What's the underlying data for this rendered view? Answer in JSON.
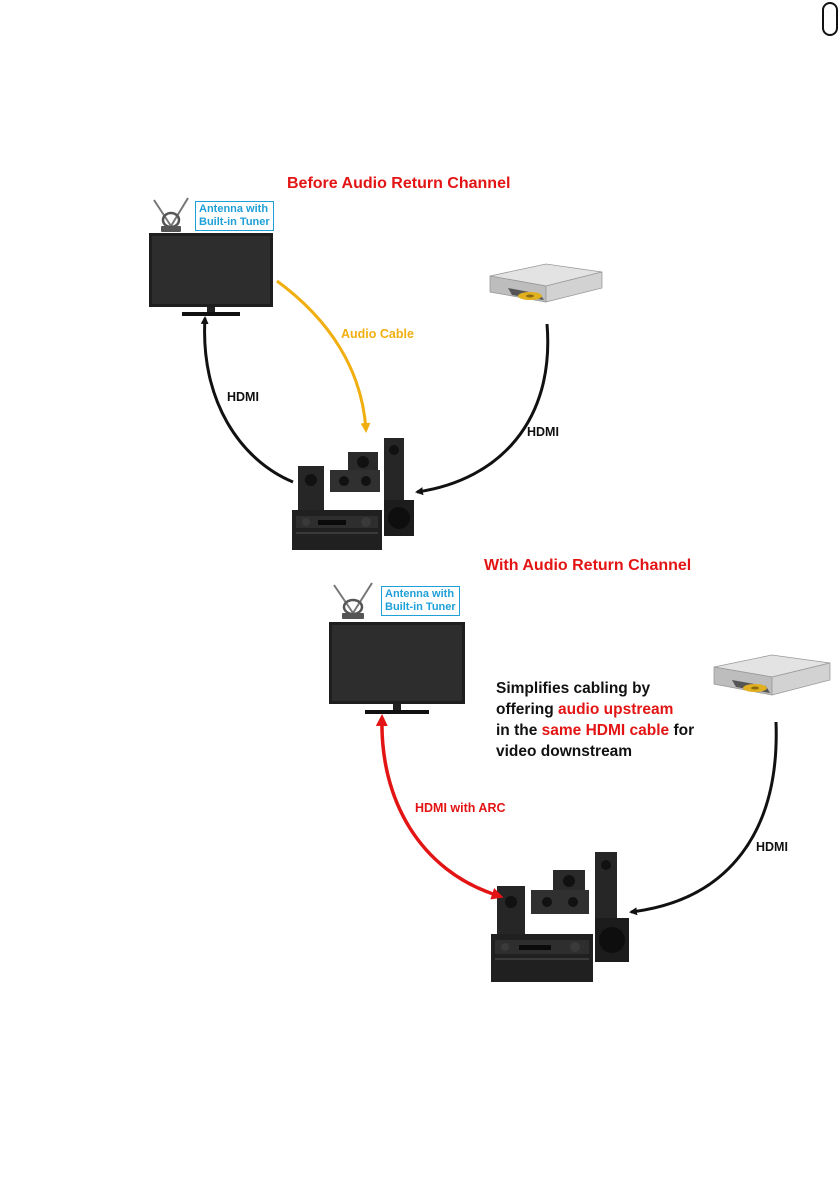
{
  "section_before": {
    "title": "Before Audio Return Channel",
    "antenna_tag_line1": "Antenna with",
    "antenna_tag_line2": "Built-in Tuner",
    "label_audio_cable": "Audio Cable",
    "label_hdmi_tv": "HDMI",
    "label_hdmi_player": "HDMI"
  },
  "section_after": {
    "title": "With Audio Return Channel",
    "antenna_tag_line1": "Antenna with",
    "antenna_tag_line2": "Built-in Tuner",
    "label_hdmi_arc": "HDMI with ARC",
    "label_hdmi_player": "HDMI",
    "description": {
      "line1": "Simplifies cabling by",
      "line2_prefix": "offering ",
      "line2_highlight": "audio upstream",
      "line3_prefix": "in the ",
      "line3_highlight": "same HDMI cable",
      "line3_suffix": " for",
      "line4": "video downstream"
    }
  },
  "colors": {
    "title_red": "#e31414",
    "audio_cable_orange": "#f1ae0f",
    "arc_red": "#e31414",
    "hdmi_black": "#111111",
    "tag_blue": "#1fa0d8"
  }
}
